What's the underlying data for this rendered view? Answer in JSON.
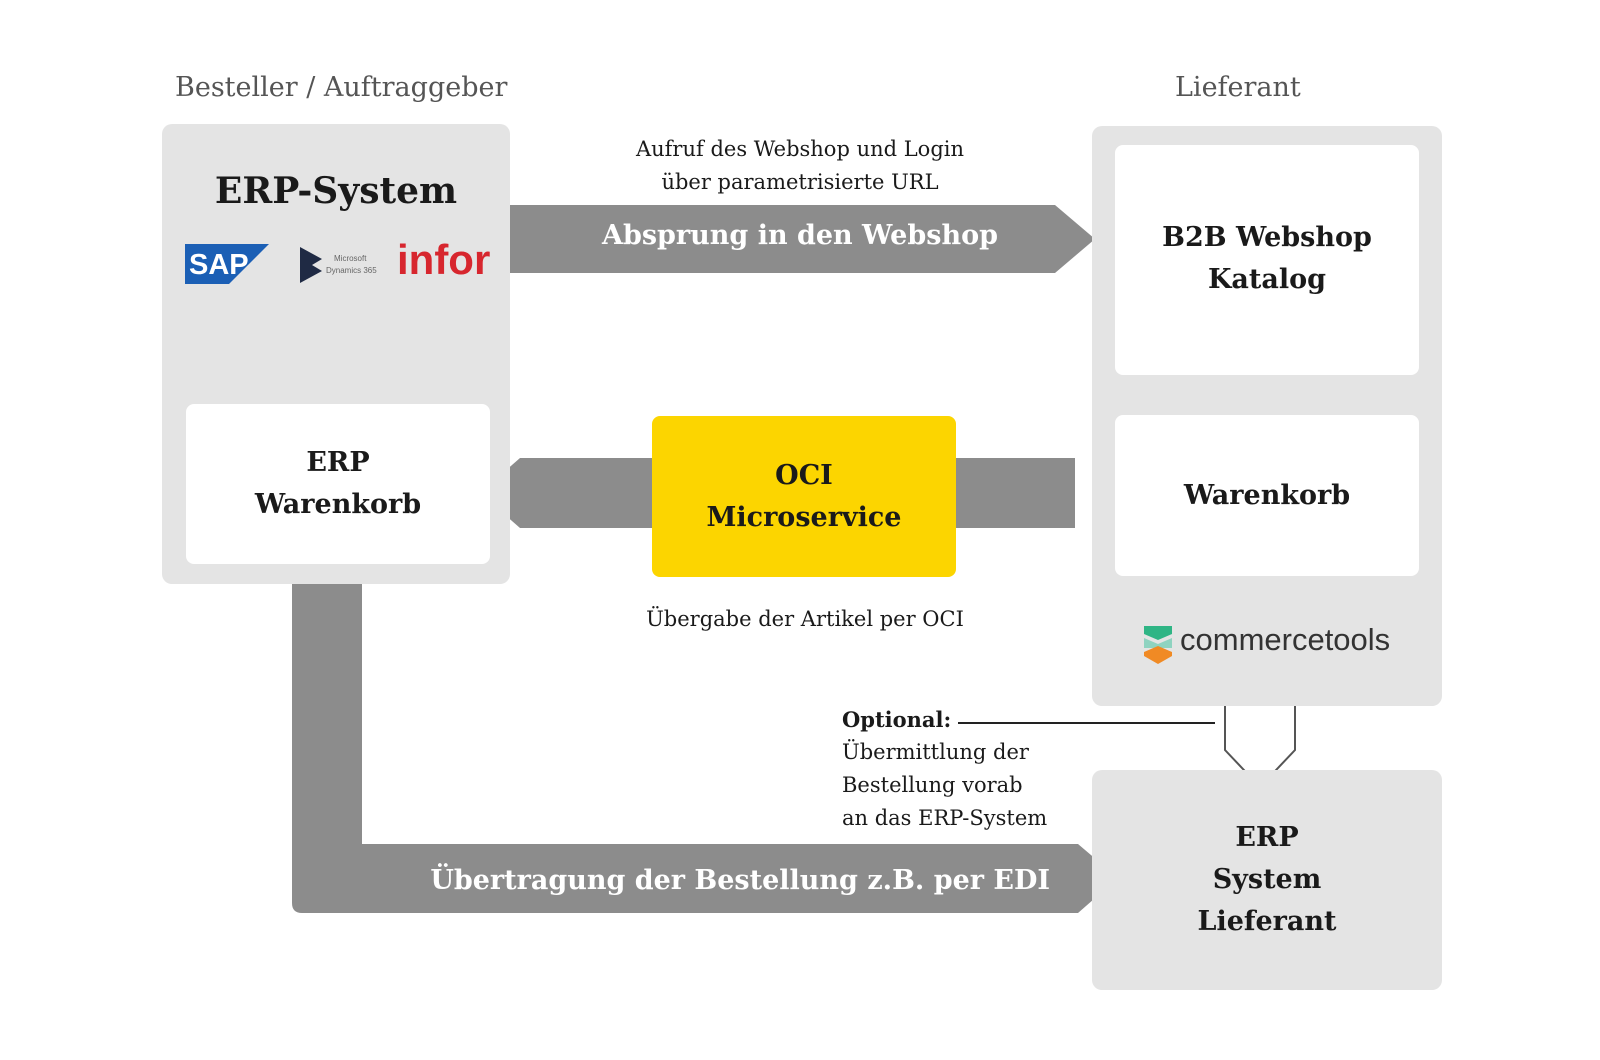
{
  "left": {
    "column_title": "Besteller / Auftraggeber",
    "erp_title": "ERP-System",
    "logos": {
      "sap": "SAP",
      "dynamics_line1": "Microsoft",
      "dynamics_line2": "Dynamics 365",
      "infor": "infor"
    },
    "cart_line1": "ERP",
    "cart_line2": "Warenkorb"
  },
  "right": {
    "column_title": "Lieferant",
    "webshop_line1": "B2B Webshop",
    "webshop_line2": "Katalog",
    "cart": "Warenkorb",
    "commercetools": "commercetools",
    "erp_line1": "ERP",
    "erp_line2": "System",
    "erp_line3": "Lieferant"
  },
  "top_arrow": {
    "caption_line1": "Aufruf des Webshop und Login",
    "caption_line2": "über parametrisierte URL",
    "label": "Absprung in den Webshop"
  },
  "oci": {
    "line1": "OCI",
    "line2": "Microservice",
    "caption": "Übergabe der Artikel per OCI"
  },
  "optional": {
    "title": "Optional:",
    "line1": "Übermittlung der",
    "line2": "Bestellung vorab",
    "line3": "an das ERP-System"
  },
  "bottom_arrow": {
    "label": "Übertragung der Bestellung z.B. per EDI"
  },
  "colors": {
    "arrow": "#8c8c8c",
    "panel": "#e4e4e4",
    "oci": "#fcd500",
    "infor": "#d7262e",
    "sap": "#1b5fb5"
  }
}
